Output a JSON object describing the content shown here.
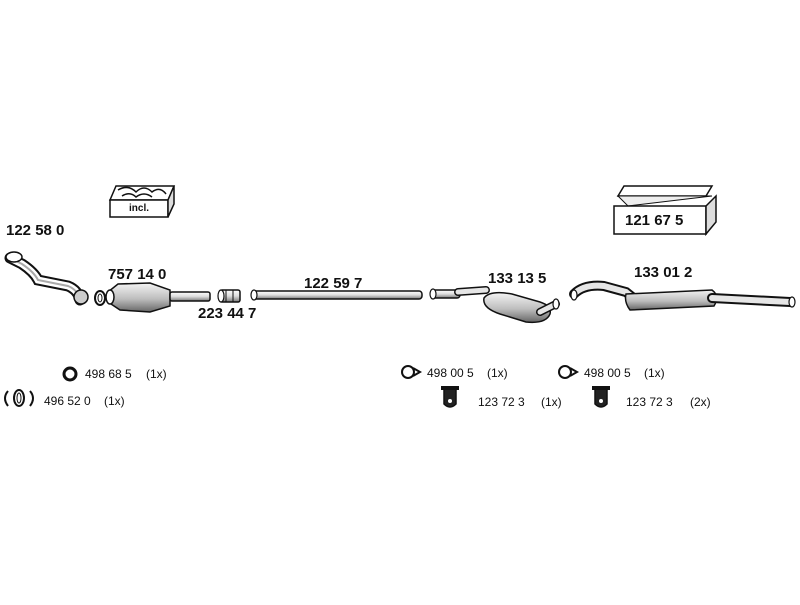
{
  "parts": {
    "front_pipe": "122 58 0",
    "catalytic_converter": "757 14 0",
    "connector": "223 44 7",
    "intermediate_pipe": "122 59 7",
    "middle_silencer": "133 13 5",
    "rear_silencer": "133 01 2",
    "mounting_kit": "121 67 5",
    "kit_box_label": "incl."
  },
  "accessories": {
    "ring": {
      "part": "498 68 5",
      "qty": "(1x)"
    },
    "clamp_set": {
      "part": "496 52 0",
      "qty": "(1x)"
    },
    "rubber_mount_a": {
      "part": "498 00 5",
      "qty": "(1x)"
    },
    "rubber_mount_b": {
      "part": "498 00 5",
      "qty": "(1x)"
    },
    "hanger_a": {
      "part": "123 72 3",
      "qty": "(1x)"
    },
    "hanger_b": {
      "part": "123 72 3",
      "qty": "(2x)"
    }
  },
  "colors": {
    "line": "#111111",
    "fill_light": "#eeeeee",
    "fill_mid": "#bbbbbb",
    "fill_dark": "#555555"
  }
}
